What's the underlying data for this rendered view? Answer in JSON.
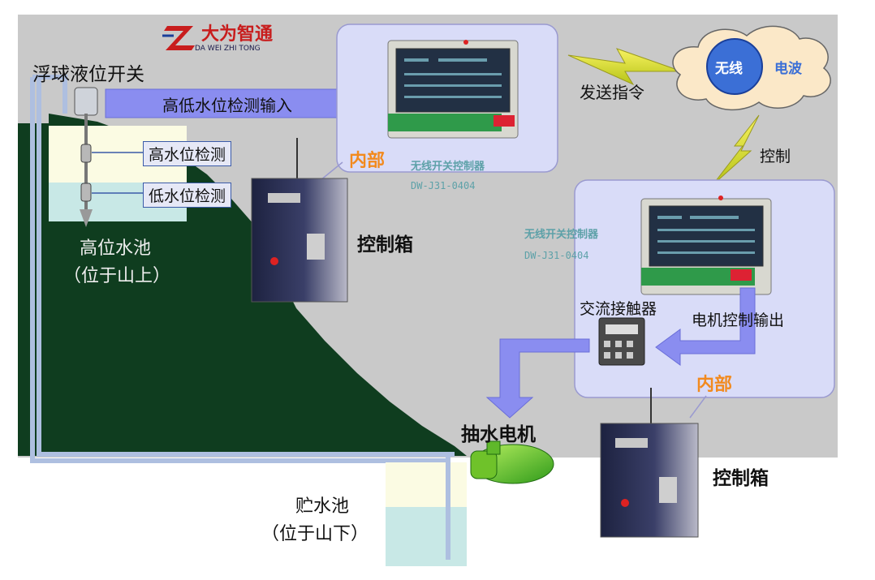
{
  "logo": {
    "brand": "大为智通",
    "sub": "DA WEI ZHI TONG"
  },
  "float_switch": "浮球液位开关",
  "input_arrow": "高低水位检测输入",
  "high_detect": "高水位检测",
  "low_detect": "低水位检测",
  "high_pool": {
    "line1": "高位水池",
    "line2": "（位于山上）"
  },
  "inner_top": "内部",
  "controller_top": {
    "name": "无线开关控制器",
    "model": "DW-J31-0404"
  },
  "control_box_top": "控制箱",
  "send_cmd": "发送指令",
  "cloud": {
    "left": "无线",
    "right": "电波"
  },
  "control": "控制",
  "controller_right": {
    "name": "无线开关控制器",
    "model": "DW-J31-0404"
  },
  "contactor": "交流接触器",
  "motor_output": "电机控制输出",
  "inner_right": "内部",
  "pump": "抽水电机",
  "control_box_bottom": "控制箱",
  "low_pool": {
    "line1": "贮水池",
    "line2": "（位于山下）"
  },
  "colors": {
    "panel": "#d9dcf8",
    "mountain": "#0f3d1f",
    "arrow": "#8a8df0",
    "bg": "#c8c8c8",
    "orange": "#f28a1e"
  }
}
